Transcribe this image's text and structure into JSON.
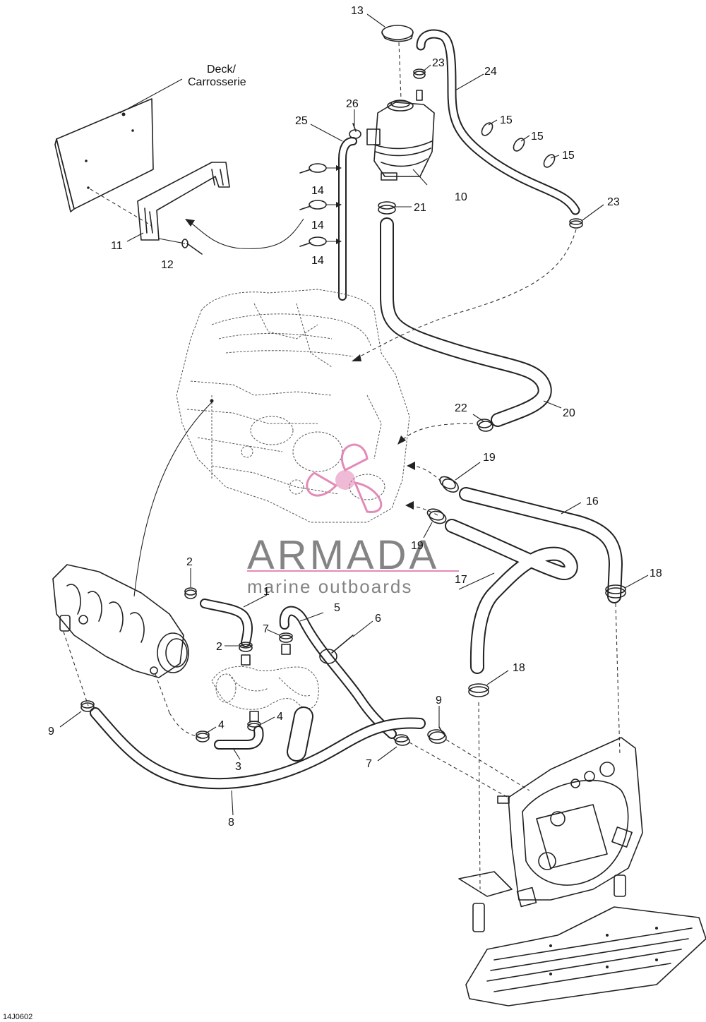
{
  "deck_label": [
    "Deck/",
    "Carrosserie"
  ],
  "figure_id": "14J0602",
  "watermark": {
    "brand": "ARMADA",
    "tagline": "marine outboards",
    "accent_color": "#e07fb0",
    "text_color": "#7a7a7a"
  },
  "callouts": [
    "13",
    "23",
    "24",
    "26",
    "25",
    "15",
    "15",
    "15",
    "14",
    "14",
    "14",
    "10",
    "21",
    "23",
    "11",
    "12",
    "22",
    "20",
    "19",
    "16",
    "19",
    "17",
    "18",
    "2",
    "1",
    "5",
    "7",
    "6",
    "2",
    "4",
    "4",
    "18",
    "9",
    "9",
    "3",
    "7",
    "8"
  ],
  "icons": [
    "propeller-logo-icon",
    "arrow-icon"
  ]
}
